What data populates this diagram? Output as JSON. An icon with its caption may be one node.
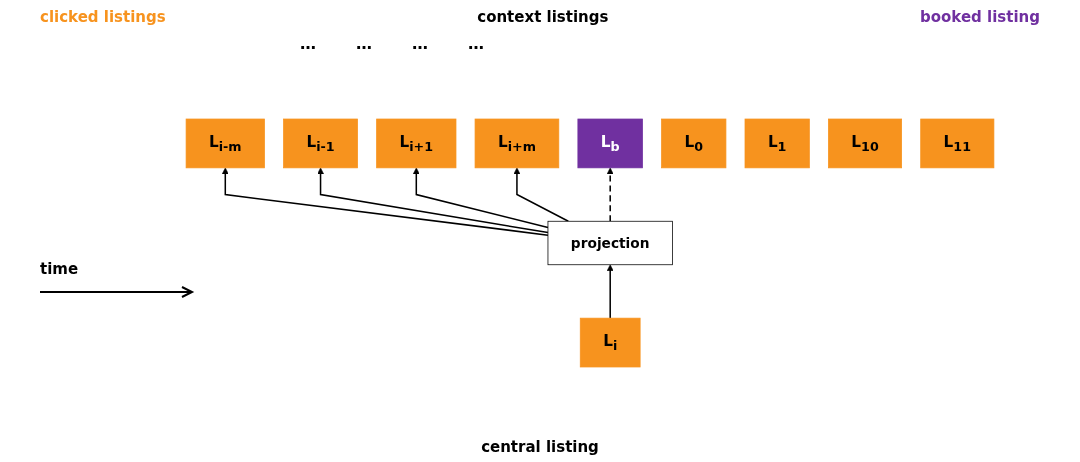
{
  "diagram": {
    "nodes": [
      {
        "text": [
          "L$_{0}$"
        ]
      },
      {
        "text": [
          "L$_{1}$"
        ]
      },
      {
        "text": [
          "L$_{i-m}$"
        ]
      },
      {
        "text": [
          "L$_{i-1}$"
        ]
      },
      {
        "text": [
          "L$_{i+1}$"
        ]
      },
      {
        "text": [
          "L$_{i+m}$"
        ]
      },
      {
        "text": [
          "L$_{10}$"
        ]
      },
      {
        "text": [
          "L$_{11}$"
        ]
      },
      {
        "text": [
          "L$_{b}$"
        ]
      },
      {
        "text": [
          "projection"
        ]
      },
      {
        "text": [
          "L$_{i}$"
        ]
      }
    ],
    "edges": [
      {
        "from": 9,
        "to": 2,
        "arrow": "to"
      },
      {
        "from": 9,
        "to": 3,
        "arrow": "to"
      },
      {
        "from": 9,
        "to": 4,
        "arrow": "to"
      },
      {
        "from": 9,
        "to": 5,
        "arrow": "to"
      },
      {
        "from": 9,
        "to": 8,
        "arrow": "to",
        "style": "dashed"
      },
      {
        "from": 10,
        "to": 9,
        "arrow": "to"
      }
    ],
    "labels": [
      "clicked listings",
      "context listings",
      "booked listing",
      "…",
      "…",
      "…",
      "…",
      "time",
      "central listing"
    ]
  }
}
